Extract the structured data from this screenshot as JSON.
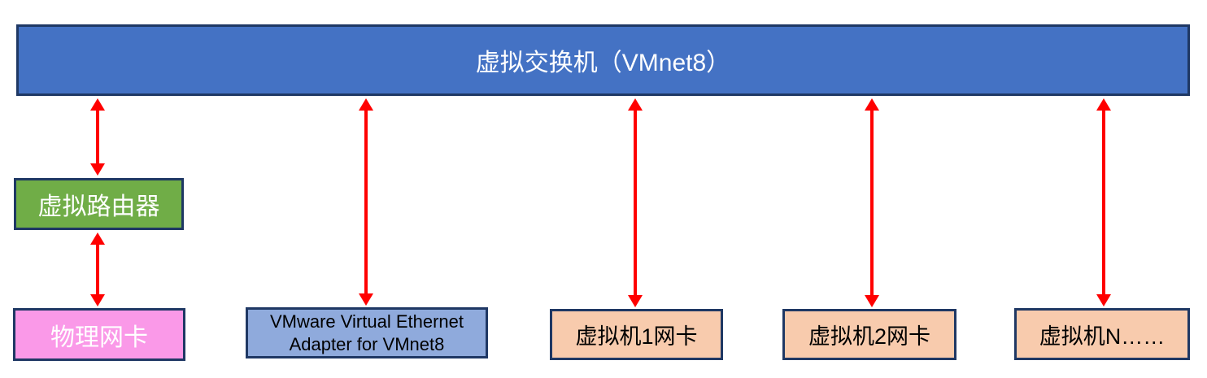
{
  "diagram": {
    "title": "VMnet8 virtual network topology",
    "nodes": {
      "switch": {
        "label": "虚拟交换机（VMnet8）",
        "fill": "#4472C4",
        "text_color": "#FFFFFF"
      },
      "router": {
        "label": "虚拟路由器",
        "fill": "#70AD47",
        "text_color": "#FFFFFF"
      },
      "physical_nic": {
        "label": "物理网卡",
        "fill": "#FA99E8",
        "text_color": "#FFFFFF"
      },
      "vmware_adapter": {
        "label": "VMware Virtual Ethernet Adapter for VMnet8",
        "fill": "#8FAADC",
        "text_color": "#000000"
      },
      "vm1_nic": {
        "label": "虚拟机1网卡",
        "fill": "#F8CBAD",
        "text_color": "#000000"
      },
      "vm2_nic": {
        "label": "虚拟机2网卡",
        "fill": "#F8CBAD",
        "text_color": "#000000"
      },
      "vmn_nic": {
        "label": "虚拟机N……",
        "fill": "#F8CBAD",
        "text_color": "#000000"
      }
    },
    "connections": [
      {
        "from": "switch",
        "to": "router",
        "style": "double-headed-arrow",
        "color": "#FF0000"
      },
      {
        "from": "router",
        "to": "physical_nic",
        "style": "double-headed-arrow",
        "color": "#FF0000"
      },
      {
        "from": "switch",
        "to": "vmware_adapter",
        "style": "double-headed-arrow",
        "color": "#FF0000"
      },
      {
        "from": "switch",
        "to": "vm1_nic",
        "style": "double-headed-arrow",
        "color": "#FF0000"
      },
      {
        "from": "switch",
        "to": "vm2_nic",
        "style": "double-headed-arrow",
        "color": "#FF0000"
      },
      {
        "from": "switch",
        "to": "vmn_nic",
        "style": "double-headed-arrow",
        "color": "#FF0000"
      }
    ],
    "palette": {
      "border": "#1F3864",
      "arrow": "#FF0000",
      "background": "#FFFFFF"
    }
  }
}
